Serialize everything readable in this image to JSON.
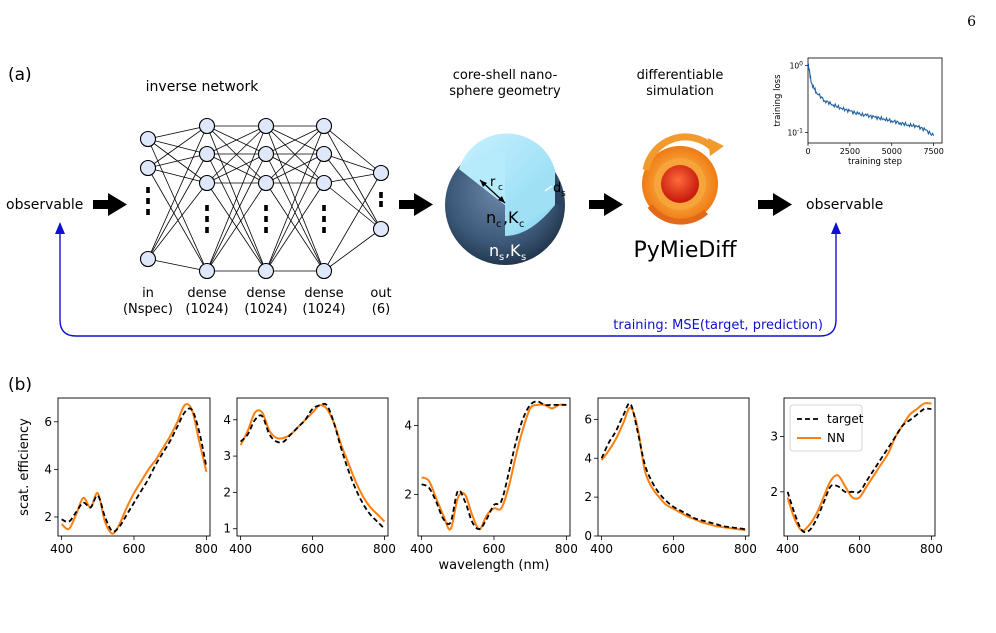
{
  "page_number": "6",
  "panel_a": {
    "label": "(a)",
    "network_title": "inverse network",
    "input_label": "observable",
    "output_label": "observable",
    "layers": [
      {
        "line1": "in",
        "line2": "(Nspec)"
      },
      {
        "line1": "dense",
        "line2": "(1024)"
      },
      {
        "line1": "dense",
        "line2": "(1024)"
      },
      {
        "line1": "dense",
        "line2": "(1024)"
      },
      {
        "line1": "out",
        "line2": "(6)"
      }
    ],
    "geometry_title_1": "core-shell nano-",
    "geometry_title_2": "sphere geometry",
    "sim_title_1": "differentiable",
    "sim_title_2": "simulation",
    "sim_logo_text": "PyMieDiff",
    "sphere_labels": {
      "rc": "r",
      "rc_sub": "c",
      "ds": "d",
      "ds_sub": "s",
      "core": "n",
      "core_sub1": "c",
      "core_k": "K",
      "core_sub2": "c",
      "shell": "n",
      "shell_sub1": "s",
      "shell_k": "K",
      "shell_sub2": "s"
    },
    "training_label": "training: MSE(target, prediction)",
    "loss_color": "#1f5fa0",
    "feedback_color": "#1010d0"
  },
  "chart_data": [
    {
      "type": "line",
      "title": "training loss curve",
      "xlabel": "training step",
      "ylabel": "training loss",
      "xlim": [
        0,
        8000
      ],
      "ylim": [
        0.07,
        1.3
      ],
      "yscale": "log",
      "xticks": [
        "0",
        "2500",
        "5000",
        "7500"
      ],
      "yticks": [
        "10^0",
        "10^-1"
      ],
      "x": [
        0,
        200,
        500,
        1000,
        1500,
        2000,
        2500,
        3000,
        3500,
        4000,
        4500,
        5000,
        5500,
        6000,
        6500,
        7000,
        7500
      ],
      "series": [
        {
          "values": [
            1.1,
            0.55,
            0.4,
            0.3,
            0.26,
            0.23,
            0.21,
            0.19,
            0.18,
            0.17,
            0.16,
            0.15,
            0.14,
            0.13,
            0.125,
            0.11,
            0.09
          ]
        }
      ]
    },
    {
      "type": "line",
      "ylabel": "scat. efficiency",
      "xlim": [
        390,
        810
      ],
      "ylim": [
        1.2,
        7.0
      ],
      "xticks": [
        "400",
        "600",
        "800"
      ],
      "yticks": [
        "2",
        "4",
        "6"
      ],
      "ytick_values": [
        2,
        4,
        6
      ],
      "x": [
        400,
        420,
        440,
        460,
        480,
        500,
        520,
        540,
        560,
        580,
        600,
        620,
        640,
        660,
        680,
        700,
        720,
        740,
        760,
        780,
        800
      ],
      "series": [
        {
          "name": "target",
          "values": [
            1.9,
            1.8,
            2.2,
            2.6,
            2.4,
            2.9,
            2.0,
            1.4,
            1.6,
            2.1,
            2.6,
            3.1,
            3.6,
            4.2,
            4.7,
            5.2,
            5.8,
            6.4,
            6.5,
            5.6,
            4.1
          ]
        },
        {
          "name": "NN",
          "values": [
            1.7,
            1.5,
            2.1,
            2.8,
            2.4,
            3.0,
            1.8,
            1.3,
            1.7,
            2.4,
            3.0,
            3.5,
            4.0,
            4.4,
            4.9,
            5.4,
            6.0,
            6.7,
            6.5,
            5.2,
            3.9
          ]
        }
      ]
    },
    {
      "type": "line",
      "xlim": [
        390,
        810
      ],
      "ylim": [
        0.8,
        4.6
      ],
      "xticks": [
        "400",
        "600",
        "800"
      ],
      "yticks": [
        "1",
        "2",
        "3",
        "4"
      ],
      "ytick_values": [
        1,
        2,
        3,
        4
      ],
      "x": [
        400,
        420,
        440,
        460,
        480,
        500,
        520,
        540,
        560,
        580,
        600,
        620,
        640,
        660,
        680,
        700,
        720,
        740,
        760,
        780,
        800
      ],
      "series": [
        {
          "name": "target",
          "values": [
            3.4,
            3.6,
            4.0,
            4.1,
            3.6,
            3.4,
            3.4,
            3.6,
            3.8,
            4.0,
            4.3,
            4.4,
            4.4,
            3.9,
            3.2,
            2.6,
            2.1,
            1.7,
            1.4,
            1.2,
            1.0
          ]
        },
        {
          "name": "NN",
          "values": [
            3.3,
            3.7,
            4.2,
            4.2,
            3.7,
            3.5,
            3.5,
            3.6,
            3.8,
            4.0,
            4.2,
            4.4,
            4.3,
            3.9,
            3.3,
            2.8,
            2.3,
            1.9,
            1.6,
            1.4,
            1.2
          ]
        }
      ]
    },
    {
      "type": "line",
      "xlabel": "wavelength (nm)",
      "xlim": [
        390,
        810
      ],
      "ylim": [
        0.8,
        4.8
      ],
      "xticks": [
        "400",
        "600",
        "800"
      ],
      "yticks": [
        "2",
        "4"
      ],
      "ytick_values": [
        2,
        4
      ],
      "x": [
        400,
        420,
        440,
        460,
        480,
        500,
        520,
        540,
        560,
        580,
        600,
        620,
        640,
        660,
        680,
        700,
        720,
        740,
        760,
        780,
        800
      ],
      "series": [
        {
          "name": "target",
          "values": [
            2.3,
            2.2,
            1.8,
            1.3,
            1.2,
            2.1,
            1.8,
            1.2,
            1.0,
            1.3,
            1.7,
            1.8,
            2.6,
            3.5,
            4.2,
            4.6,
            4.7,
            4.6,
            4.6,
            4.6,
            4.6
          ]
        },
        {
          "name": "NN",
          "values": [
            2.5,
            2.4,
            1.9,
            1.4,
            1.0,
            1.9,
            2.0,
            1.4,
            1.0,
            1.4,
            1.6,
            1.6,
            2.2,
            3.1,
            3.9,
            4.5,
            4.6,
            4.6,
            4.5,
            4.6,
            4.6
          ]
        }
      ]
    },
    {
      "type": "line",
      "xlim": [
        390,
        810
      ],
      "ylim": [
        0,
        7.1
      ],
      "xticks": [
        "400",
        "600",
        "800"
      ],
      "yticks": [
        "0",
        "2",
        "4",
        "6"
      ],
      "ytick_values": [
        0,
        2,
        4,
        6
      ],
      "x": [
        400,
        420,
        440,
        460,
        480,
        500,
        520,
        540,
        560,
        580,
        600,
        620,
        640,
        660,
        680,
        700,
        720,
        740,
        760,
        780,
        800
      ],
      "series": [
        {
          "name": "target",
          "values": [
            4.0,
            4.8,
            5.4,
            6.2,
            6.8,
            5.4,
            3.7,
            2.8,
            2.2,
            1.8,
            1.5,
            1.3,
            1.1,
            0.9,
            0.8,
            0.7,
            0.6,
            0.5,
            0.45,
            0.4,
            0.35
          ]
        },
        {
          "name": "NN",
          "values": [
            3.9,
            4.4,
            5.0,
            5.8,
            6.6,
            5.6,
            3.4,
            2.5,
            2.0,
            1.6,
            1.4,
            1.2,
            1.0,
            0.85,
            0.7,
            0.6,
            0.5,
            0.45,
            0.4,
            0.35,
            0.3
          ]
        }
      ]
    },
    {
      "type": "line",
      "legend": "top-left",
      "xlim": [
        390,
        810
      ],
      "ylim": [
        1.2,
        3.7
      ],
      "xticks": [
        "400",
        "600",
        "800"
      ],
      "yticks": [
        "2",
        "3"
      ],
      "ytick_values": [
        2,
        3
      ],
      "x": [
        400,
        420,
        440,
        460,
        480,
        500,
        520,
        540,
        560,
        580,
        600,
        620,
        640,
        660,
        680,
        700,
        720,
        740,
        760,
        780,
        800
      ],
      "series": [
        {
          "name": "target",
          "values": [
            2.0,
            1.6,
            1.3,
            1.3,
            1.5,
            1.8,
            2.1,
            2.1,
            2.0,
            2.0,
            2.0,
            2.2,
            2.4,
            2.6,
            2.8,
            3.0,
            3.2,
            3.3,
            3.4,
            3.5,
            3.5
          ]
        },
        {
          "name": "NN",
          "values": [
            1.9,
            1.5,
            1.3,
            1.4,
            1.6,
            1.9,
            2.2,
            2.3,
            2.1,
            1.9,
            1.9,
            2.1,
            2.3,
            2.5,
            2.7,
            3.0,
            3.2,
            3.4,
            3.5,
            3.6,
            3.6
          ]
        }
      ]
    }
  ],
  "legend": {
    "target": "target",
    "nn": "NN"
  },
  "series_colors": {
    "target": "#000000",
    "nn": "#ff7f0e"
  },
  "panel_b": {
    "label": "(b)"
  }
}
